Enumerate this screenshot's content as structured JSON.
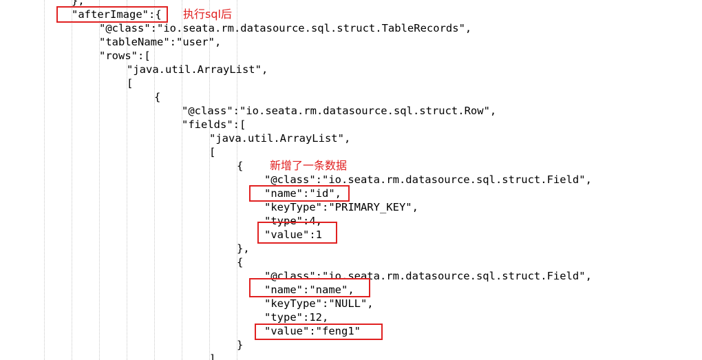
{
  "code_lines": [
    "},",
    "\"afterImage\":{",
    "\"@class\":\"io.seata.rm.datasource.sql.struct.TableRecords\",",
    "\"tableName\":\"user\",",
    "\"rows\":[",
    "\"java.util.ArrayList\",",
    "[",
    "{",
    "\"@class\":\"io.seata.rm.datasource.sql.struct.Row\",",
    "\"fields\":[",
    "\"java.util.ArrayList\",",
    "[",
    "{",
    "\"@class\":\"io.seata.rm.datasource.sql.struct.Field\",",
    "\"name\":\"id\",",
    "\"keyType\":\"PRIMARY_KEY\",",
    "\"type\":4,",
    "\"value\":1",
    "},",
    "{",
    "\"@class\":\"io.seata.rm.datasource.sql.struct.Field\",",
    "\"name\":\"name\",",
    "\"keyType\":\"NULL\",",
    "\"type\":12,",
    "\"value\":\"feng1\"",
    "}",
    "]"
  ],
  "annotations": {
    "after_sql": "执行sql后",
    "new_record": "新增了一条数据"
  },
  "colors": {
    "highlight_border": "#e02020",
    "annotation_text": "#e02020",
    "indent_guide": "#c8c8c8",
    "code_text": "#000000"
  }
}
